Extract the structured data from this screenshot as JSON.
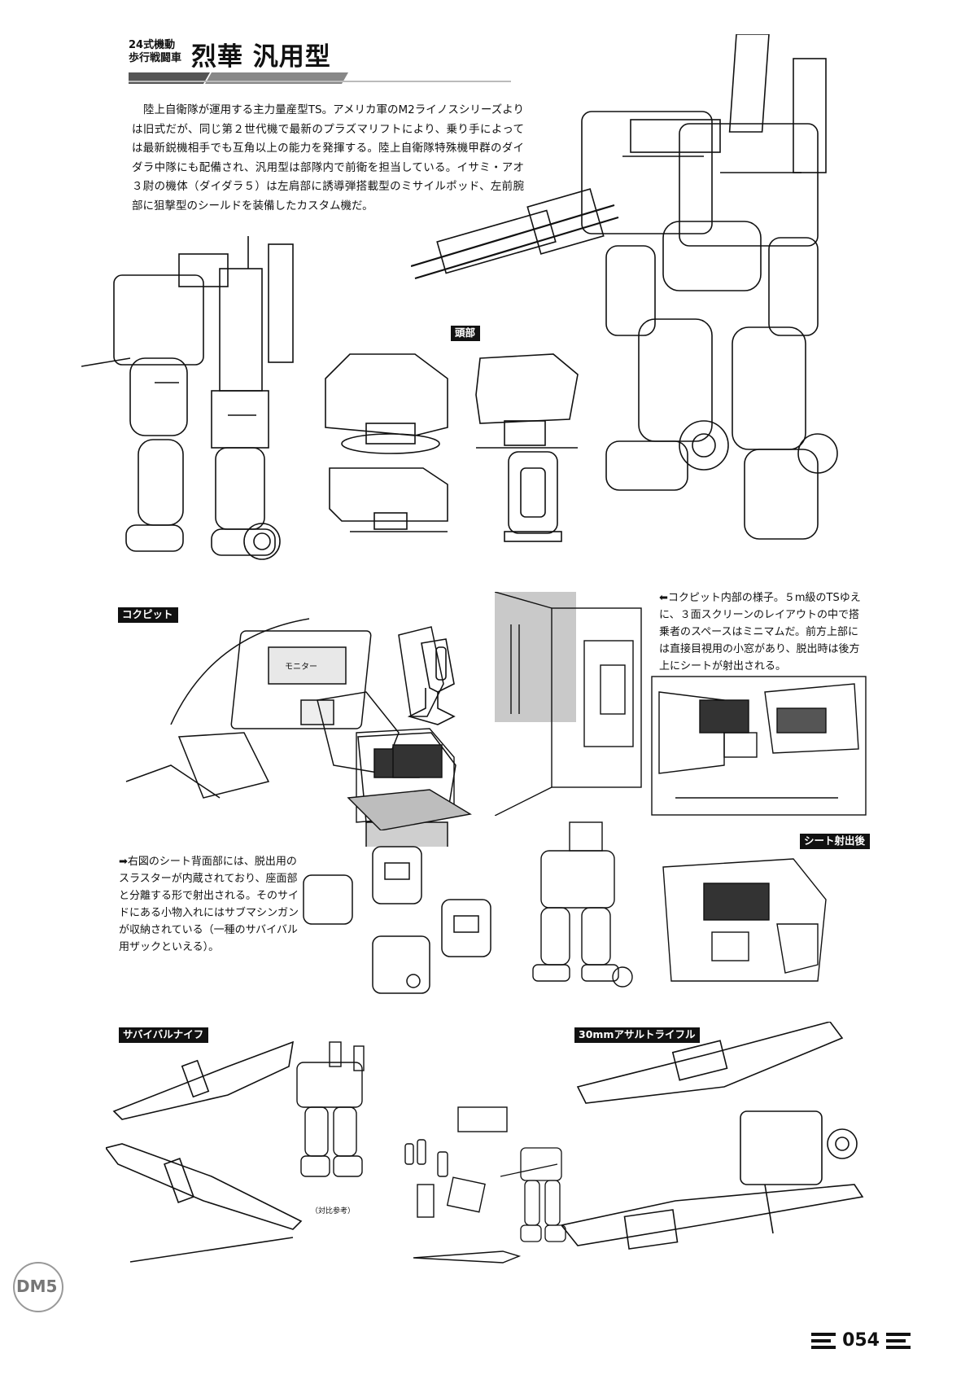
{
  "header": {
    "series_line1": "24式機動",
    "series_line2": "歩行戦闘車",
    "title": "烈華 汎用型"
  },
  "intro": "陸上自衛隊が運用する主力量産型TS。アメリカ軍のM2ライノスシリーズよりは旧式だが、同じ第２世代機で最新のプラズマリフトにより、乗り手によっては最新鋭機相手でも互角以上の能力を発揮する。陸上自衛隊特殊機甲群のダイダラ中隊にも配備され、汎用型は部隊内で前衛を担当している。イサミ・アオ３尉の機体（ダイダラ５）は左肩部に誘導弾搭載型のミサイルポッド、左前腕部に狙撃型のシールドを装備したカスタム機だ。",
  "labels": {
    "head": "頭部",
    "cockpit": "コクピット",
    "seat_ejected": "シート射出後",
    "knife": "サバイバルナイフ",
    "rifle": "30mmアサルトライフル"
  },
  "captions": {
    "cockpit_interior": "⬅コクピット内部の様子。５m級のTSゆえに、３面スクリーンのレイアウトの中で搭乗者のスペースはミニマムだ。前方上部には直接目視用の小窓があり、脱出時は後方上にシートが射出される。",
    "seat_back": "➡右図のシート背面部には、脱出用のスラスターが内蔵されており、座面部と分離する形で射出される。そのサイドにある小物入れにはサブマシンガンが収納されている（一種のサバイバル用ザックといえる）。"
  },
  "small_labels": {
    "monitor": "モニター",
    "scale_ref": "（対比参考）"
  },
  "page_number": "054",
  "watermark": "DM5"
}
